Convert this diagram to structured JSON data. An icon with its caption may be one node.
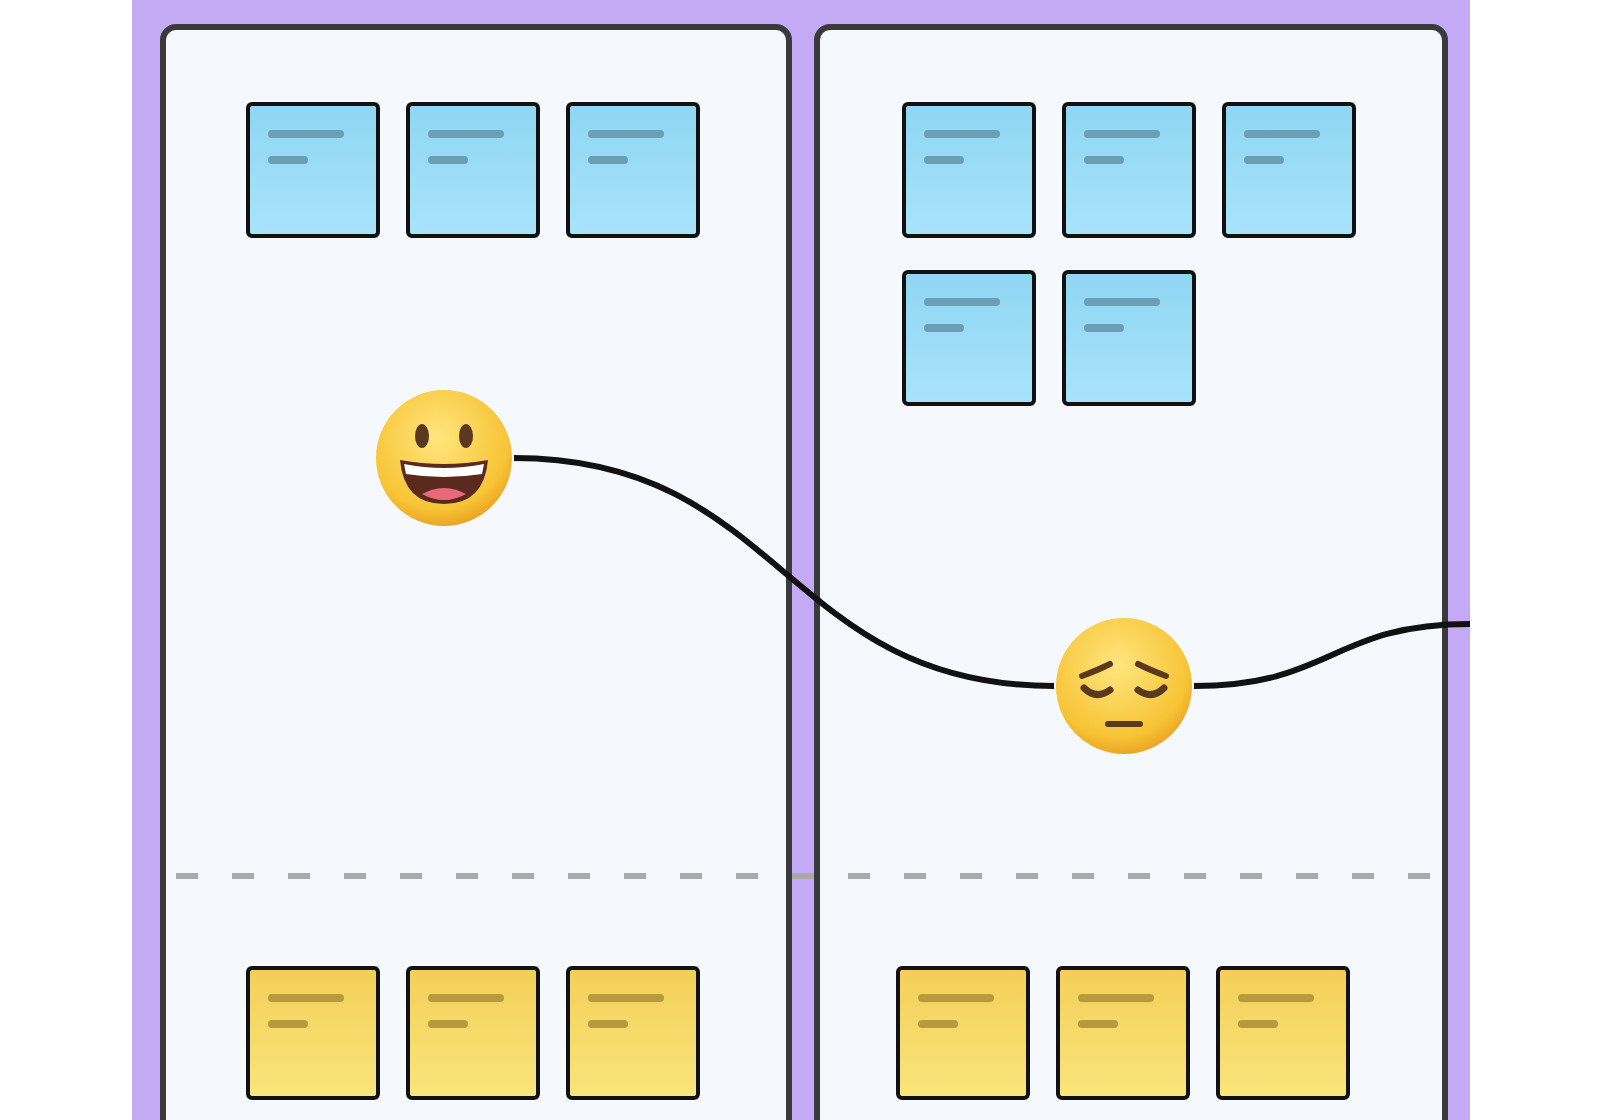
{
  "diagram": {
    "nodes": [
      {
        "text": [],
        "shape": "box"
      },
      {
        "text": [],
        "shape": "box"
      },
      {
        "text": [],
        "shape": "box",
        "in": 0
      },
      {
        "text": [],
        "shape": "box",
        "in": 0
      },
      {
        "text": [],
        "shape": "box",
        "in": 0
      },
      {
        "text": [],
        "shape": "picture",
        "in": 0
      },
      {
        "text": [],
        "shape": "box",
        "in": 0
      },
      {
        "text": [],
        "shape": "box",
        "in": 0
      },
      {
        "text": [],
        "shape": "box",
        "in": 0
      },
      {
        "text": [],
        "shape": "box",
        "in": 1
      },
      {
        "text": [],
        "shape": "box",
        "in": 1
      },
      {
        "text": [],
        "shape": "box",
        "in": 1
      },
      {
        "text": [],
        "shape": "box",
        "in": 1
      },
      {
        "text": [],
        "shape": "box",
        "in": 1
      },
      {
        "text": [],
        "shape": "picture",
        "in": 1
      },
      {
        "text": [],
        "shape": "box",
        "in": 1
      },
      {
        "text": [],
        "shape": "box",
        "in": 1
      },
      {
        "text": [],
        "shape": "box",
        "in": 1
      }
    ],
    "edges": [
      {
        "from": 5,
        "to": 14,
        "arrow": "none"
      },
      {
        "from": 14,
        "to": null,
        "arrow": "none"
      }
    ]
  }
}
